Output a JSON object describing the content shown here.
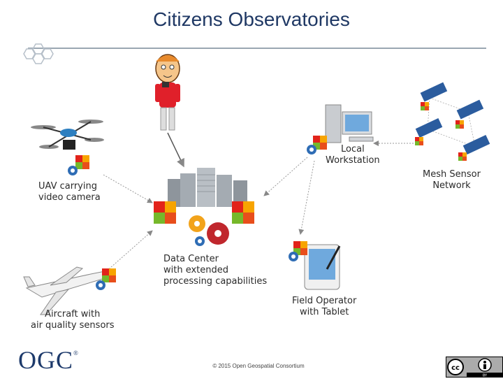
{
  "title": "Citizens Observatories",
  "labels": {
    "uav": [
      "UAV carrying",
      "video camera"
    ],
    "workstation": [
      "Local",
      "Workstation"
    ],
    "mesh": [
      "Mesh Sensor",
      "Network"
    ],
    "datacenter": [
      "Data Center",
      "with extended",
      "processing capabilities"
    ],
    "aircraft": [
      "Aircraft with",
      "air quality sensors"
    ],
    "operator": [
      "Field Operator",
      "with Tablet"
    ]
  },
  "footer": {
    "copyright": "© 2015 Open Geospatial Consortium",
    "logo": "OGC",
    "logo_mark": "®",
    "license_badge": {
      "cc": "cc",
      "by": "BY"
    }
  },
  "colors": {
    "title": "#1f3864",
    "arrow": "#999999"
  }
}
